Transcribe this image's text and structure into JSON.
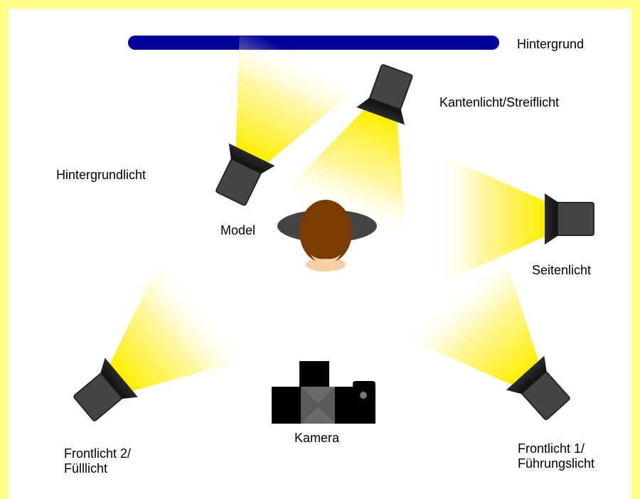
{
  "labels": {
    "hintergrund": "Hintergrund",
    "kantenlicht": "Kantenlicht/Streiflicht",
    "hintergrundlicht": "Hintergrundlicht",
    "model": "Model",
    "seitenlicht": "Seitenlicht",
    "kamera": "Kamera",
    "frontlicht2_line1": "Frontlicht 2/",
    "frontlicht2_line2": "Fülllicht",
    "frontlicht1_line1": "Frontlicht 1/",
    "frontlicht1_line2": "Führungslicht"
  },
  "colors": {
    "frame_border": "#ffff88",
    "backdrop": "#000099",
    "light_beam": "#ffee00",
    "lamp_body": "#333333",
    "hair": "#7a3a00",
    "skin": "#f6d1a8",
    "shoulders": "#444444",
    "camera": "#000000",
    "camera_window": "#5a5a5a"
  },
  "icons": [
    "backdrop-bar",
    "spotlight-icon",
    "model-head-icon",
    "camera-icon"
  ]
}
